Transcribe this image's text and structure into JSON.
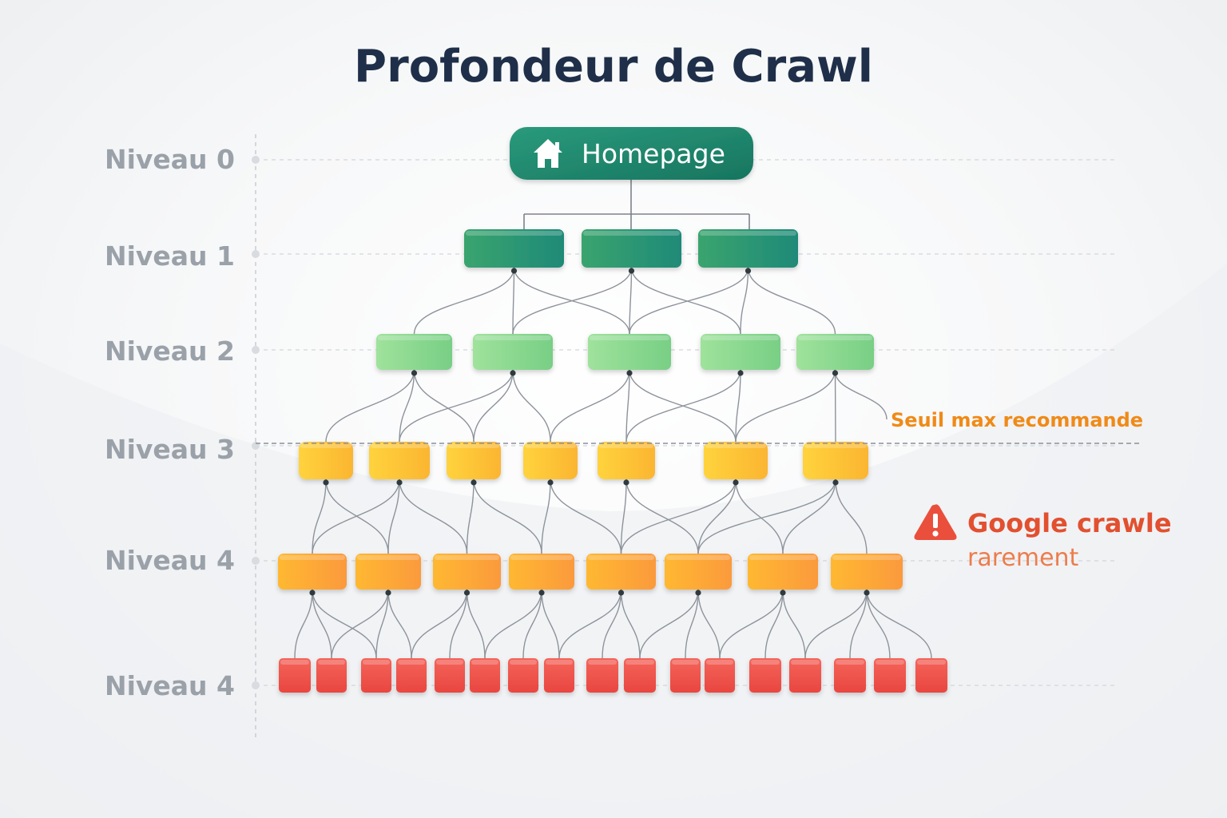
{
  "title": "Profondeur de Crawl",
  "levels": [
    "Niveau 0",
    "Niveau 1",
    "Niveau 2",
    "Niveau 3",
    "Niveau 4",
    "Niveau 4"
  ],
  "root": {
    "label": "Homepage",
    "icon": "house-icon"
  },
  "threshold_label": "Seuil max recommande",
  "warning": {
    "icon": "warning-triangle-icon",
    "title": "Google crawle",
    "subtitle": "rarement"
  },
  "colors": {
    "title": "#1f2f49",
    "level_label": "#9aa1a9",
    "root": "#1f8a70",
    "level1": "#2f9a73",
    "level2": "#8ed98f",
    "level3": "#fdc535",
    "level4": "#fca83a",
    "level5": "#ef4f46",
    "threshold": "#f08a17",
    "warning": "#e2502f"
  }
}
